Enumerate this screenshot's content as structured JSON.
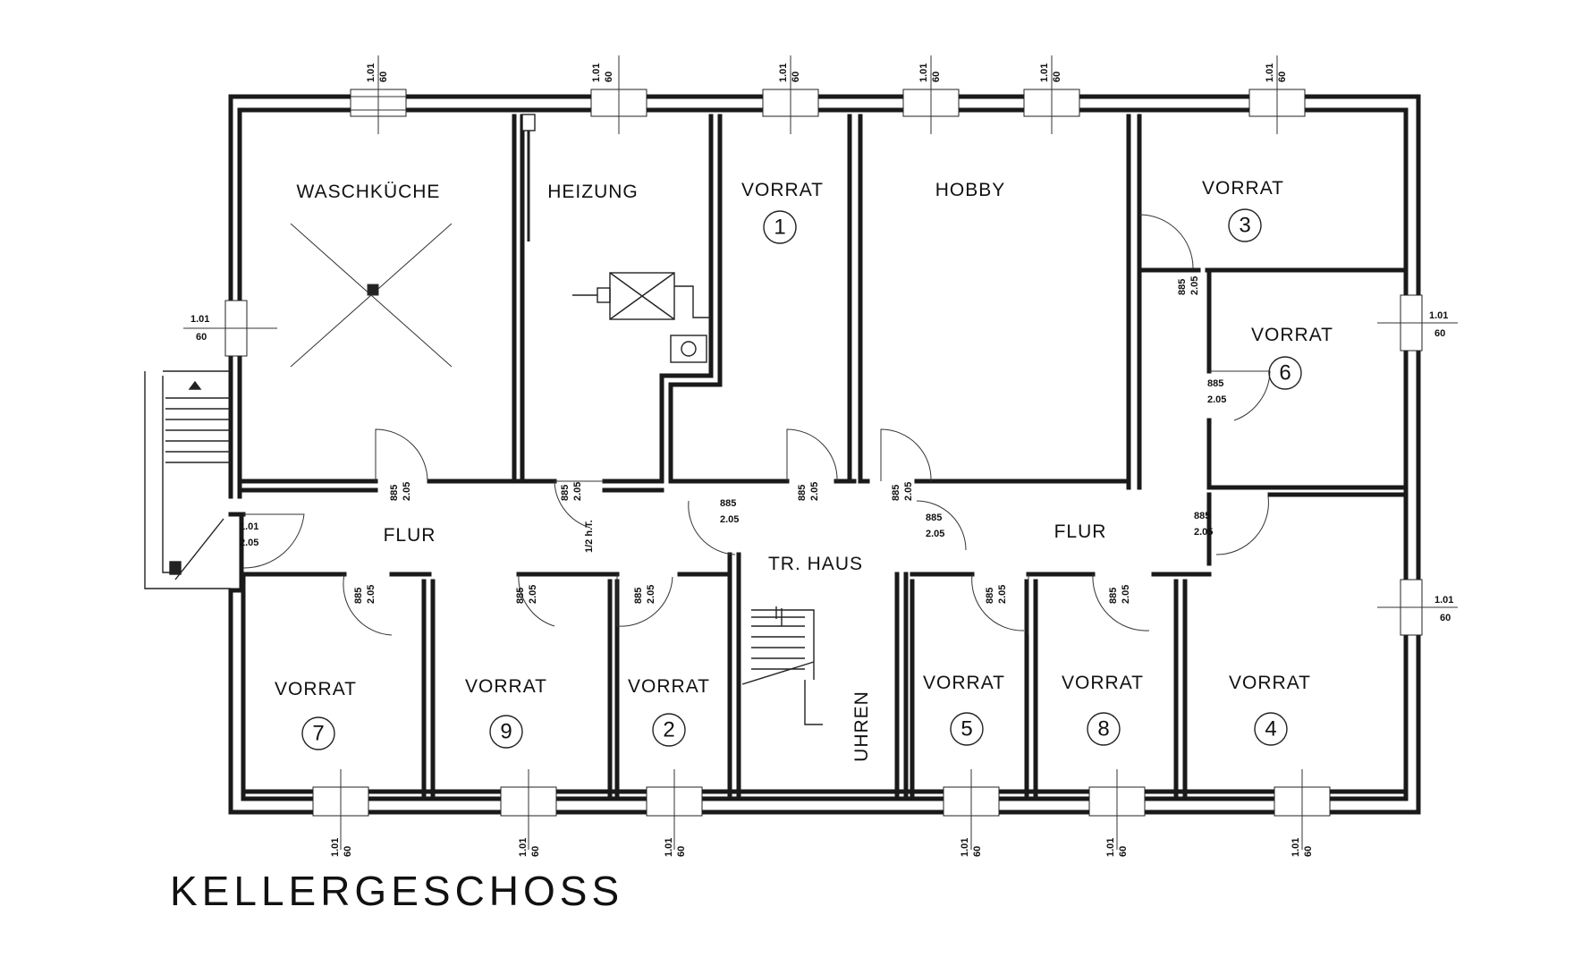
{
  "plan": {
    "title": "KELLERGESCHOSS",
    "rooms": {
      "waschkueche": "WASCHKÜCHE",
      "heizung": "HEIZUNG",
      "vorrat_1": "VORRAT",
      "hobby": "HOBBY",
      "vorrat_3": "VORRAT",
      "vorrat_6": "VORRAT",
      "flur_left": "FLUR",
      "flur_right": "FLUR",
      "treppenhaus": "TR. HAUS",
      "uhren": "UHREN",
      "vorrat_7": "VORRAT",
      "vorrat_9": "VORRAT",
      "vorrat_2": "VORRAT",
      "vorrat_5": "VORRAT",
      "vorrat_8": "VORRAT",
      "vorrat_4": "VORRAT"
    },
    "room_numbers": {
      "n1": "1",
      "n3": "3",
      "n6": "6",
      "n7": "7",
      "n9": "9",
      "n2": "2",
      "n5": "5",
      "n8": "8",
      "n4": "4"
    },
    "door_marks": {
      "width": "885",
      "height": "2.05",
      "fire_door": "1/2 h.T.",
      "stair_door_width": "1.01"
    },
    "window_marks": {
      "width": "1.01",
      "height": "60"
    }
  }
}
